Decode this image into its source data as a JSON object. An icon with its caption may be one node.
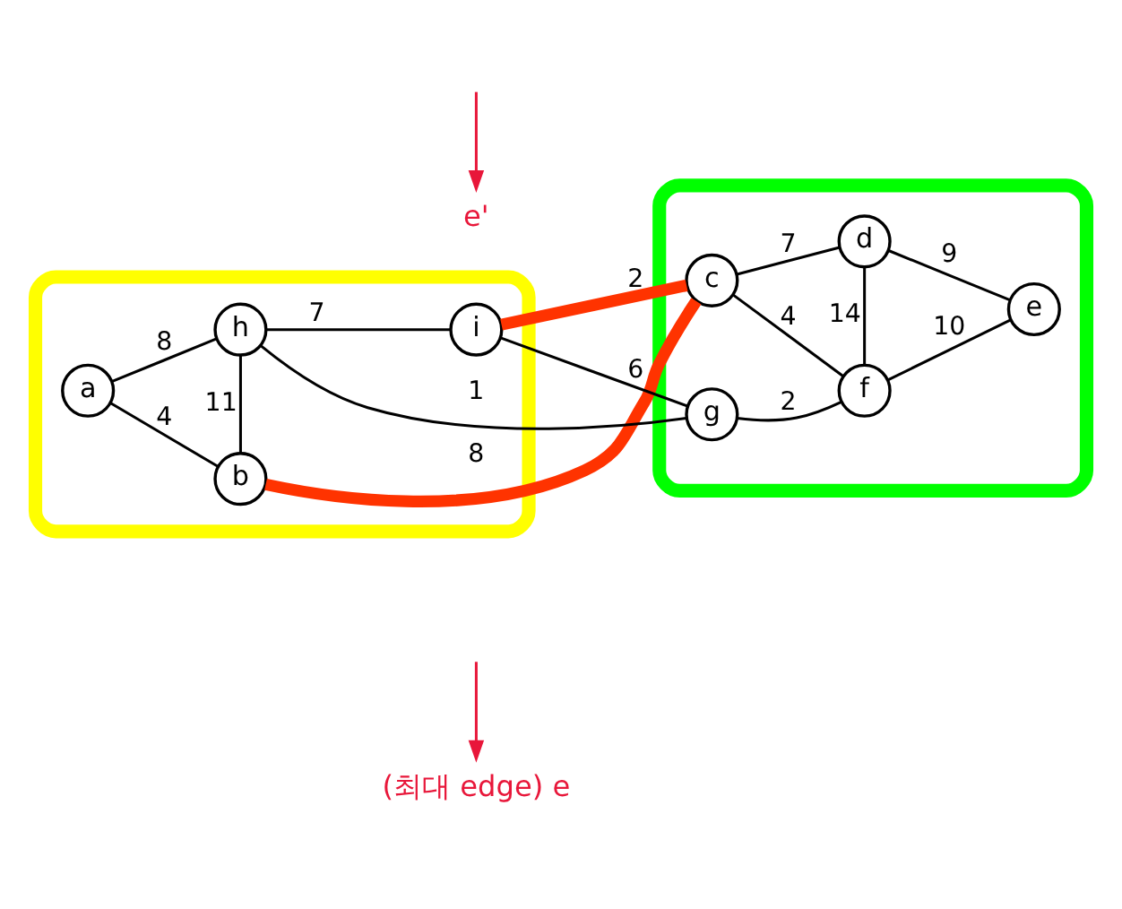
{
  "diagram": {
    "nodes": [
      {
        "text": [
          "(최대 edge) e"
        ]
      },
      {
        "text": [],
        "shape": "box"
      },
      {
        "text": [
          "b"
        ],
        "in": 1
      },
      {
        "text": [
          "a"
        ],
        "in": 1
      },
      {
        "text": [
          "i"
        ],
        "in": 1
      },
      {
        "text": [
          "h"
        ],
        "in": 1
      },
      {
        "text": [
          "e'"
        ]
      },
      {
        "text": [],
        "shape": "box"
      },
      {
        "text": [
          "c"
        ],
        "in": 7
      },
      {
        "text": [
          "d"
        ],
        "in": 7
      },
      {
        "text": [
          "e"
        ],
        "in": 7
      },
      {
        "text": [
          "f"
        ],
        "in": 7
      },
      {
        "text": [
          "g"
        ],
        "in": 7
      }
    ],
    "edges": [
      {
        "from": 3,
        "to": 2,
        "arrow": "none",
        "label": "4"
      },
      {
        "from": 3,
        "to": 5,
        "arrow": "none",
        "label": "8"
      },
      {
        "from": 2,
        "to": 5,
        "arrow": "none",
        "label": "11"
      },
      {
        "from": 2,
        "to": 8,
        "arrow": "none",
        "label": "8",
        "style": "thick",
        "color": "#ff3300"
      },
      {
        "from": 5,
        "to": 4,
        "arrow": "none",
        "label": "7"
      },
      {
        "from": 4,
        "to": 8,
        "arrow": "none",
        "label": "2",
        "style": "thick",
        "color": "#ff3300"
      },
      {
        "from": 4,
        "to": 12,
        "arrow": "none",
        "label": "6"
      },
      {
        "from": 5,
        "to": 12,
        "arrow": "none",
        "label": "1"
      },
      {
        "from": 8,
        "to": 9,
        "arrow": "none",
        "label": "7"
      },
      {
        "from": 8,
        "to": 11,
        "arrow": "none",
        "label": "4"
      },
      {
        "from": 9,
        "to": 11,
        "arrow": "none",
        "label": "14"
      },
      {
        "from": 9,
        "to": 10,
        "arrow": "none",
        "label": "9"
      },
      {
        "from": 11,
        "to": 10,
        "arrow": "none",
        "label": "10"
      },
      {
        "from": 12,
        "to": 11,
        "arrow": "none",
        "label": "2"
      },
      {
        "from": null,
        "to": 0,
        "arrow": "to",
        "color": "#e8173a"
      },
      {
        "from": null,
        "to": 6,
        "arrow": "to",
        "color": "#e8173a"
      }
    ]
  }
}
